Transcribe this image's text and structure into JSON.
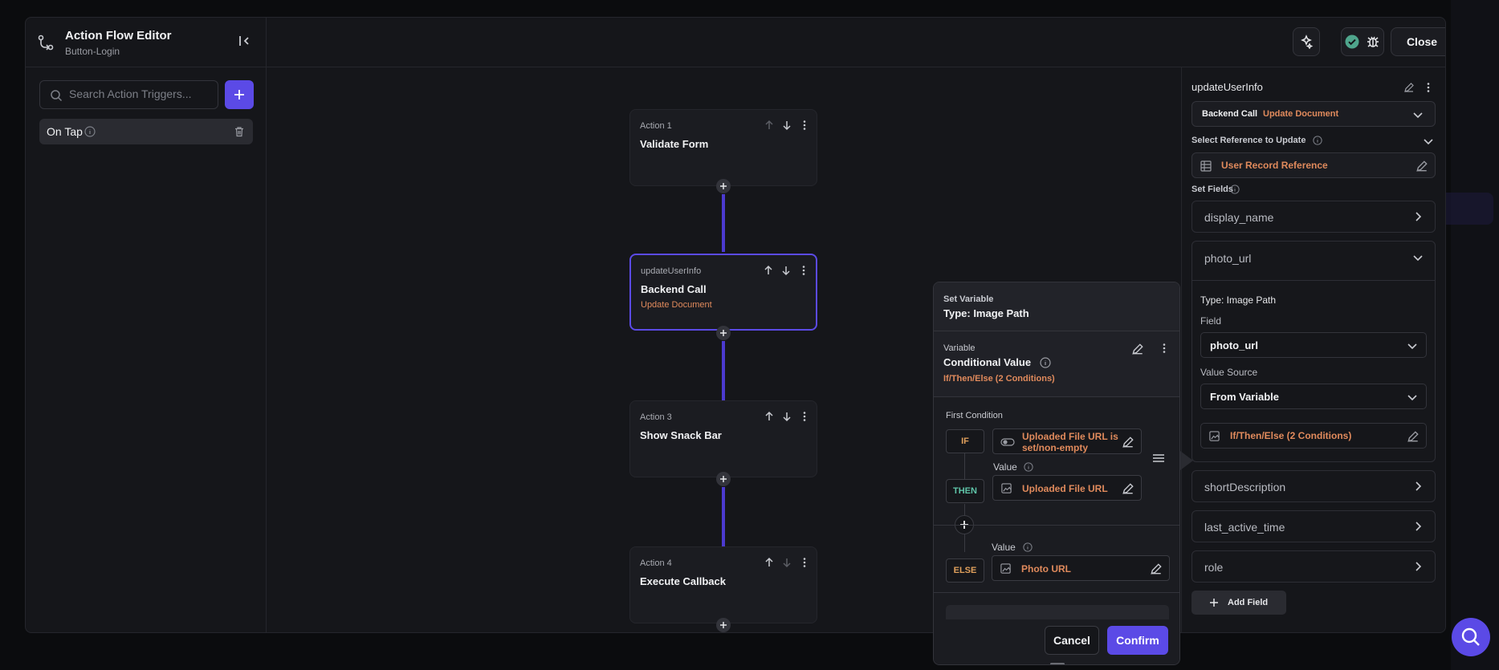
{
  "window": {
    "title": "Action Flow Editor",
    "subtitle": "Button-Login",
    "close_label": "Close"
  },
  "left_panel": {
    "search_placeholder": "Search Action Triggers...",
    "triggers": [
      {
        "label": "On Tap"
      }
    ]
  },
  "nodes": [
    {
      "label": "Action 1",
      "name": "Validate Form",
      "sub": ""
    },
    {
      "label": "updateUserInfo",
      "name": "Backend Call",
      "sub": "Update Document"
    },
    {
      "label": "Action 3",
      "name": "Show Snack Bar",
      "sub": ""
    },
    {
      "label": "Action 4",
      "name": "Execute Callback",
      "sub": ""
    }
  ],
  "right_panel": {
    "action_name": "updateUserInfo",
    "action_type": "Backend Call",
    "action_subtype": "Update Document",
    "reference_section": "Select Reference to Update",
    "reference_value": "User Record Reference",
    "set_fields_section": "Set Fields",
    "fields": {
      "display_name": "display_name",
      "photo_url": "photo_url",
      "short_description": "shortDescription",
      "last_active_time": "last_active_time",
      "role": "role"
    },
    "photo_url_type": "Type: Image Path",
    "field_label": "Field",
    "field_value": "photo_url",
    "value_source_label": "Value Source",
    "value_source": "From Variable",
    "variable_value": "If/Then/Else (2 Conditions)",
    "add_field_label": "Add Field"
  },
  "popup": {
    "header_small": "Set Variable",
    "header_title": "Type: Image Path",
    "variable_label": "Variable",
    "variable_title": "Conditional Value",
    "variable_sub": "If/Then/Else (2 Conditions)",
    "first_condition": "First Condition",
    "if_label": "IF",
    "if_value": "Uploaded File URL is set/non-empty",
    "value_label": "Value",
    "then_label": "THEN",
    "then_value": "Uploaded File URL",
    "else_label": "ELSE",
    "else_value_label": "Value",
    "else_value": "Photo URL",
    "cancel_label": "Cancel",
    "confirm_label": "Confirm"
  },
  "colors": {
    "accent": "#5b4ae6",
    "orange": "#e08a5c",
    "then_green": "#5fc4a8",
    "else_orange": "#e0a05c"
  }
}
